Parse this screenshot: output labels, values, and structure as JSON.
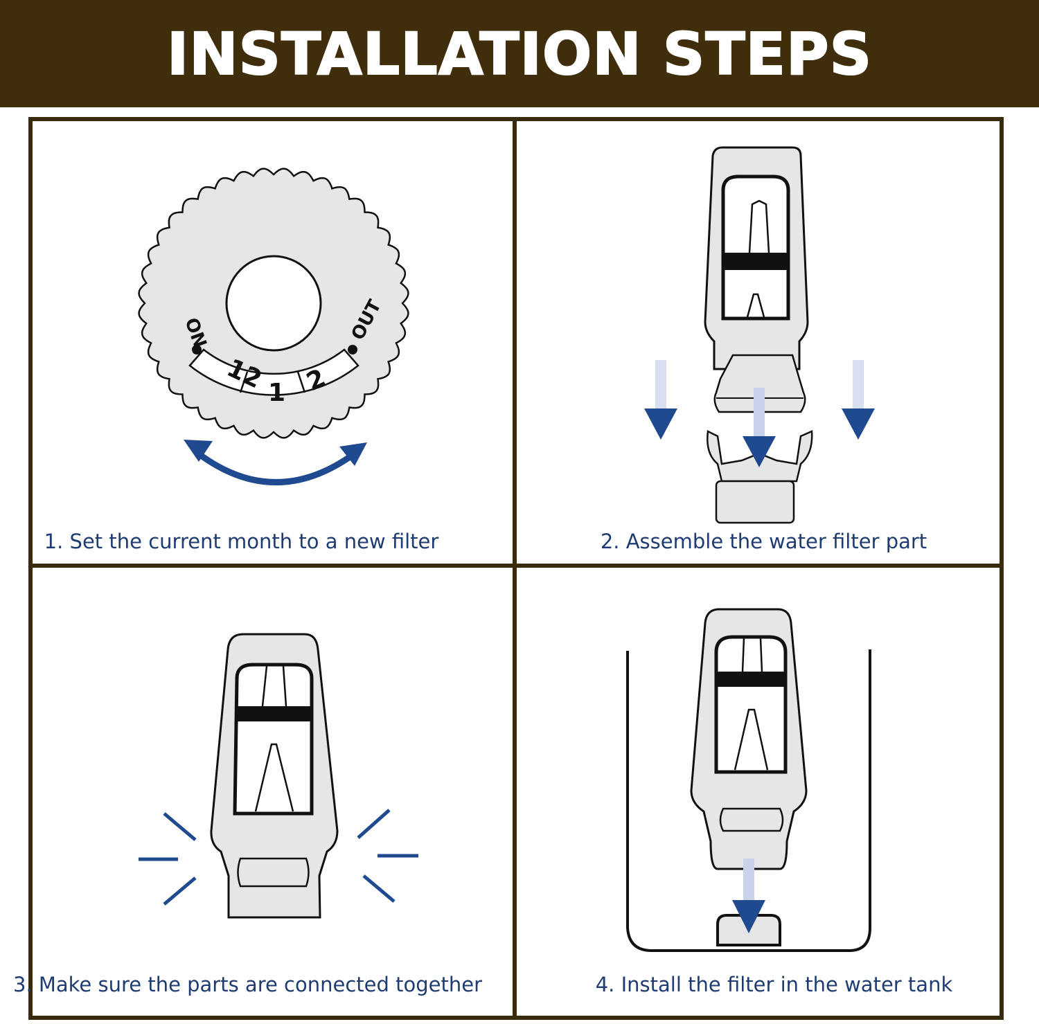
{
  "header": {
    "title": "INSTALLATION STEPS"
  },
  "dial": {
    "left_label": "ON",
    "right_label": "OUT",
    "months": [
      "12",
      "1",
      "2"
    ]
  },
  "steps": [
    {
      "caption": "1. Set the current month to a new filter"
    },
    {
      "caption": "2. Assemble the water filter part"
    },
    {
      "caption": "3. Make sure the parts are connected together"
    },
    {
      "caption": "4. Install the filter in the water tank"
    }
  ],
  "colors": {
    "banner": "#3f2d0b",
    "frame": "#3a2a0c",
    "caption_text": "#1e3c73",
    "arrow_blue": "#1f4a8f",
    "part_fill": "#e6e6e6"
  }
}
